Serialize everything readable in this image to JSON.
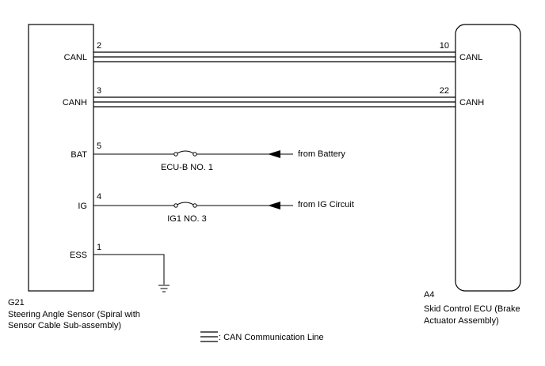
{
  "left_component": {
    "code": "G21",
    "name_line1": "Steering Angle Sensor (Spiral with",
    "name_line2": "Sensor Cable Sub-assembly)",
    "pins": [
      {
        "num": "2",
        "label": "CANL"
      },
      {
        "num": "3",
        "label": "CANH"
      },
      {
        "num": "5",
        "label": "BAT"
      },
      {
        "num": "4",
        "label": "IG"
      },
      {
        "num": "1",
        "label": "ESS"
      }
    ]
  },
  "right_component": {
    "code": "A4",
    "name_line1": "Skid Control ECU (Brake",
    "name_line2": "Actuator Assembly)",
    "pins": [
      {
        "num": "10",
        "label": "CANL"
      },
      {
        "num": "22",
        "label": "CANH"
      }
    ]
  },
  "fuses": [
    {
      "label": "ECU-B NO. 1",
      "source": "from Battery"
    },
    {
      "label": "IG1 NO. 3",
      "source": "from IG Circuit"
    }
  ],
  "legend": {
    "text": ": CAN Communication Line"
  }
}
